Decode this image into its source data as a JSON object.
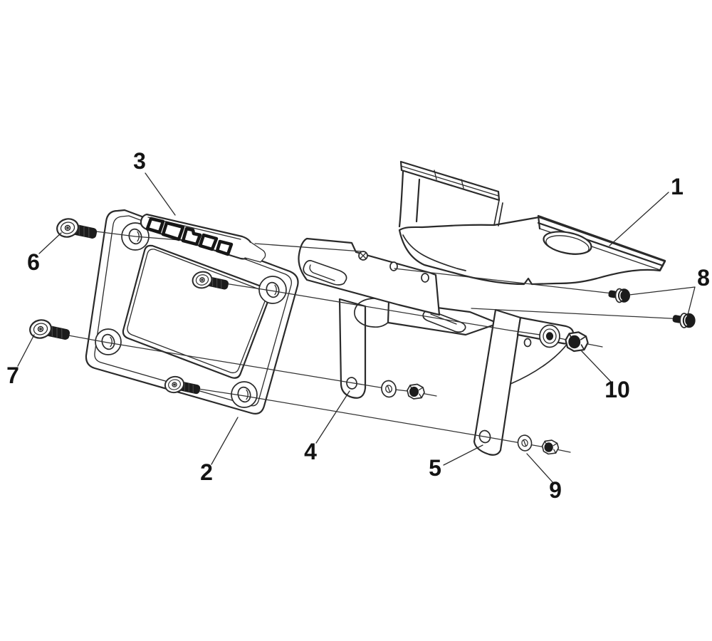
{
  "diagram": {
    "type": "exploded-parts-diagram",
    "subject": "license-plate bracket assembly",
    "background": "#ffffff",
    "colors": {
      "line": "#2a2a2a",
      "label": "#141414",
      "fastener_dark": "#1c1c1c"
    },
    "callouts": [
      {
        "label": "1"
      },
      {
        "label": "2"
      },
      {
        "label": "3"
      },
      {
        "label": "4"
      },
      {
        "label": "5"
      },
      {
        "label": "6"
      },
      {
        "label": "7"
      },
      {
        "label": "8"
      },
      {
        "label": "9"
      },
      {
        "label": "10"
      }
    ]
  }
}
